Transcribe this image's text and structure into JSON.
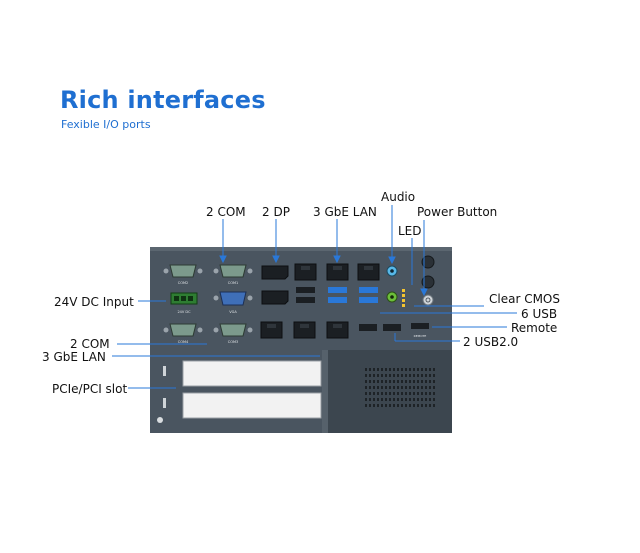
{
  "header": {
    "title": "Rich interfaces",
    "subtitle": "Fexible I/O ports"
  },
  "labels": {
    "com_top": "2 COM",
    "dp": "2 DP",
    "lan_top": "3 GbE LAN",
    "audio": "Audio",
    "power_button": "Power Button",
    "led": "LED",
    "dc_input": "24V DC Input",
    "clear_cmos": "Clear CMOS",
    "usb6": "6 USB",
    "remote": "Remote",
    "usb2": "2 USB2.0",
    "com_bottom": "2 COM",
    "lan_bottom": "3 GbE LAN",
    "pcie": "PCIe/PCI slot"
  },
  "panel_marks": {
    "com1": "COM1",
    "com2": "COM2",
    "com3": "COM3",
    "com4": "COM4",
    "vga": "VGA",
    "dc": "24V DC",
    "remote": "REMOTE"
  },
  "colors": {
    "accent": "#1f6fd1",
    "chassis": "#4a5560",
    "chassis_dark": "#38424b",
    "usb3_blue": "#2a78d8",
    "audio_blue": "#58b8e8",
    "audio_green": "#6cbf3a",
    "dc_green": "#2e7d32"
  }
}
